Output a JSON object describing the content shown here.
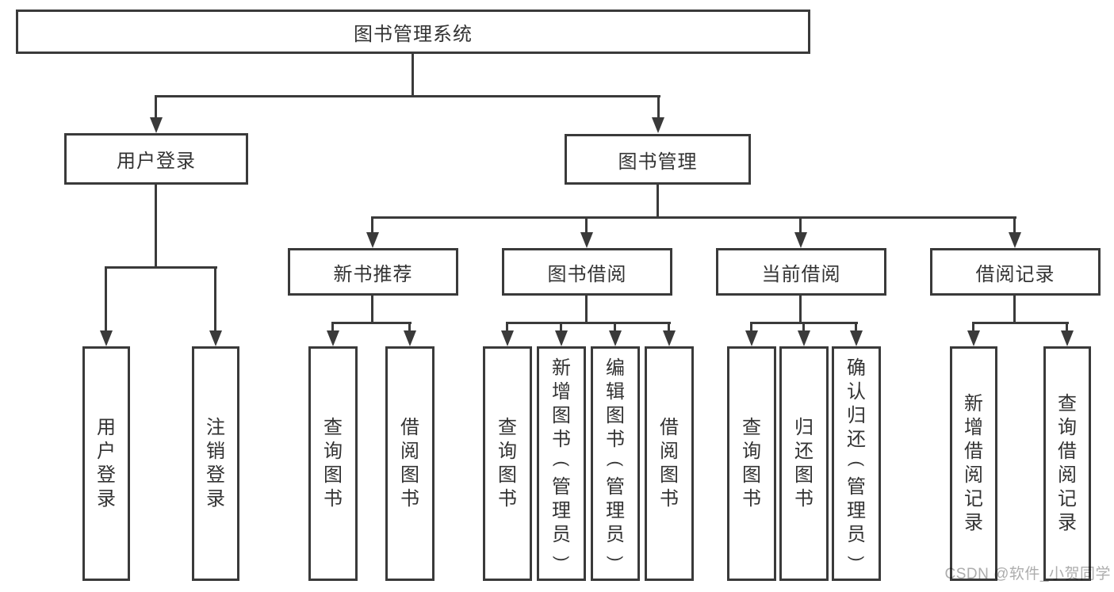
{
  "tree": {
    "root": {
      "label": "图书管理系统"
    },
    "level1": [
      {
        "label": "用户登录",
        "children": [
          {
            "label": "用户登录"
          },
          {
            "label": "注销登录"
          }
        ]
      },
      {
        "label": "图书管理",
        "children": [
          {
            "label": "新书推荐",
            "children": [
              {
                "label": "查询图书"
              },
              {
                "label": "借阅图书"
              }
            ]
          },
          {
            "label": "图书借阅",
            "children": [
              {
                "label": "查询图书"
              },
              {
                "label": "新增图书（管理员）"
              },
              {
                "label": "编辑图书（管理员）"
              },
              {
                "label": "借阅图书"
              }
            ]
          },
          {
            "label": "当前借阅",
            "children": [
              {
                "label": "查询图书"
              },
              {
                "label": "归还图书"
              },
              {
                "label": "确认归还（管理员）"
              }
            ]
          },
          {
            "label": "借阅记录",
            "children": [
              {
                "label": "新增借阅记录"
              },
              {
                "label": "查询借阅记录"
              }
            ]
          }
        ]
      }
    ]
  },
  "watermark": "CSDN @软件_小贺同学",
  "colors": {
    "line": "#3a3a3a",
    "text": "#333333",
    "watermark": "#adadad",
    "background": "#ffffff"
  }
}
